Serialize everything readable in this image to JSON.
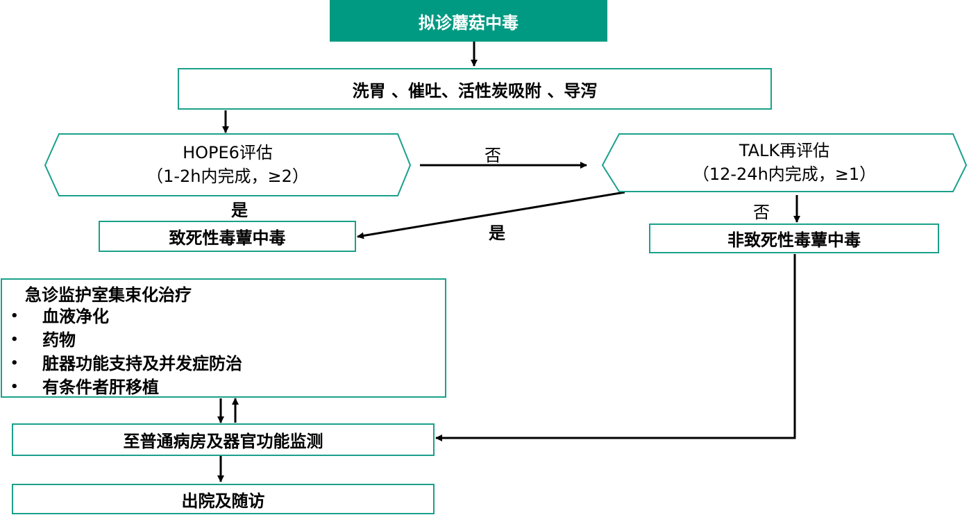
{
  "nodes": {
    "suspect": "拟诊蘑菇中毒",
    "decontam": "洗胃 、催吐、活性炭吸附 、导泻",
    "hope6": {
      "line1": "HOPE6评估",
      "line2": "（1-2h内完成，≥2）"
    },
    "talk": {
      "line1": "TALK再评估",
      "line2": "（12-24h内完成，≥1）"
    },
    "fatal": "致死性毒蕈中毒",
    "nonfatal": "非致死性毒蕈中毒",
    "icu": {
      "title": "急诊监护室集束化治疗",
      "items": [
        "血液净化",
        "药物",
        "脏器功能支持及并发症防治",
        "有条件者肝移植"
      ]
    },
    "ward": "至普通病房及器官功能监测",
    "discharge": "出院及随访"
  },
  "edge_labels": {
    "no_label_1": "否",
    "yes_label_1": "是",
    "yes_label_2": "是",
    "no_label_2": "否"
  },
  "bullet_char": "•",
  "colors": {
    "accent": "#009a82",
    "border": "#1aa08a",
    "arrow": "#000000"
  }
}
